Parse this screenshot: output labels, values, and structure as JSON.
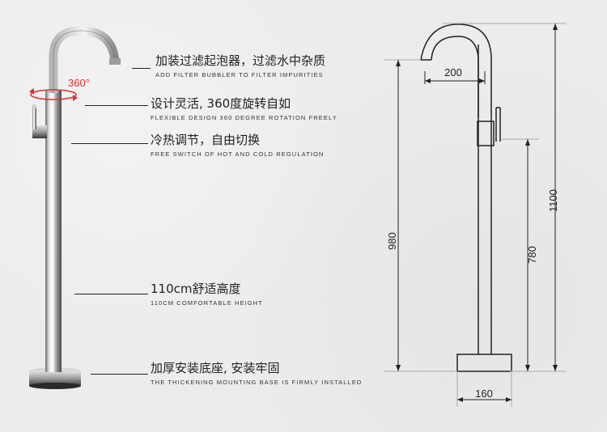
{
  "rotation_label": "360°",
  "features": [
    {
      "cn": "加装过滤起泡器，过滤水中杂质",
      "en": "ADD FILTER BUBBLER TO FILTER IMPURITIES"
    },
    {
      "cn": "设计灵活, 360度旋转自如",
      "en": "FLEXIBLE DESIGN 360 DEGREE ROTATION FREELY"
    },
    {
      "cn": "冷热调节，自由切换",
      "en": "FREE SWITCH OF HOT AND COLD REGULATION"
    },
    {
      "cn": "110cm舒适高度",
      "en": "110CM COMFORTABLE HEIGHT"
    },
    {
      "cn": "加厚安装底座, 安装牢固",
      "en": "THE THICKENING MOUNTING BASE IS FIRMLY INSTALLED"
    }
  ],
  "dimensions": {
    "spout_reach": "200",
    "total_height": "1100",
    "spout_height": "980",
    "handle_height": "780",
    "base_width": "160"
  },
  "colors": {
    "rotation_arrow": "#e03030",
    "line": "#222222"
  }
}
